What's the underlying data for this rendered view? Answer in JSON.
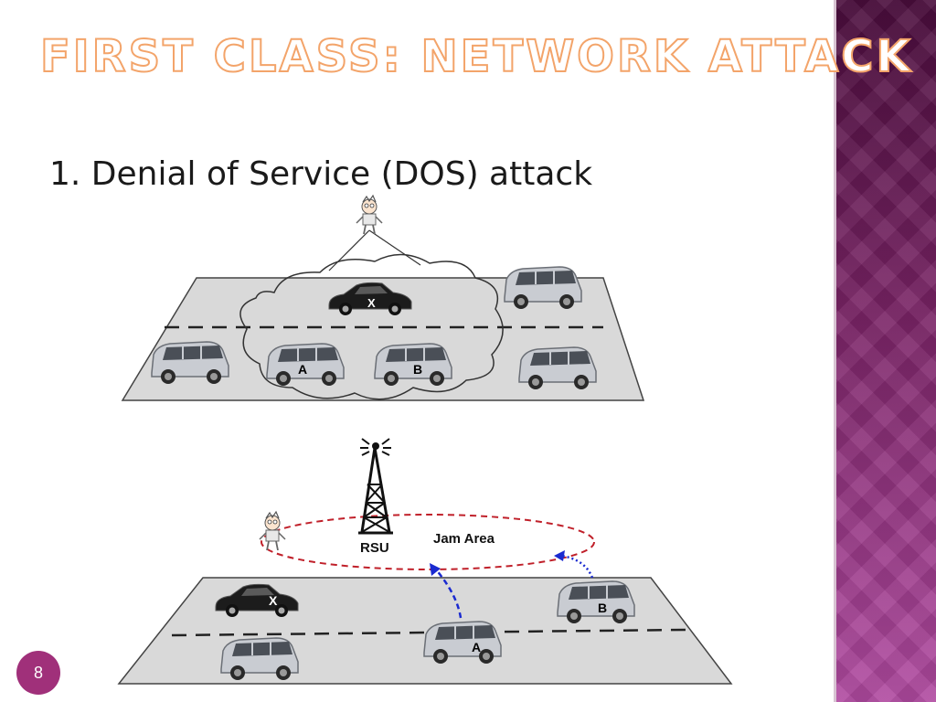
{
  "slide": {
    "title": "First Class: Network Attack",
    "subtitle": "1. Denial of Service (DOS) attack",
    "page_number": "8"
  },
  "diagram_top": {
    "vehicles": {
      "attacker_label": "X",
      "node_a_label": "A",
      "node_b_label": "B"
    }
  },
  "diagram_bottom": {
    "rsu_label": "RSU",
    "jam_area_label": "Jam Area",
    "vehicles": {
      "attacker_label": "X",
      "node_a_label": "A",
      "node_b_label": "B"
    }
  },
  "colors": {
    "title_outline": "#f3a46a",
    "sidebar_top": "#4a0d3c",
    "sidebar_bottom": "#b04aa0",
    "page_badge": "#a0307a",
    "jam_ellipse": "#c0202a",
    "signal_arrow": "#1a2ad0"
  }
}
